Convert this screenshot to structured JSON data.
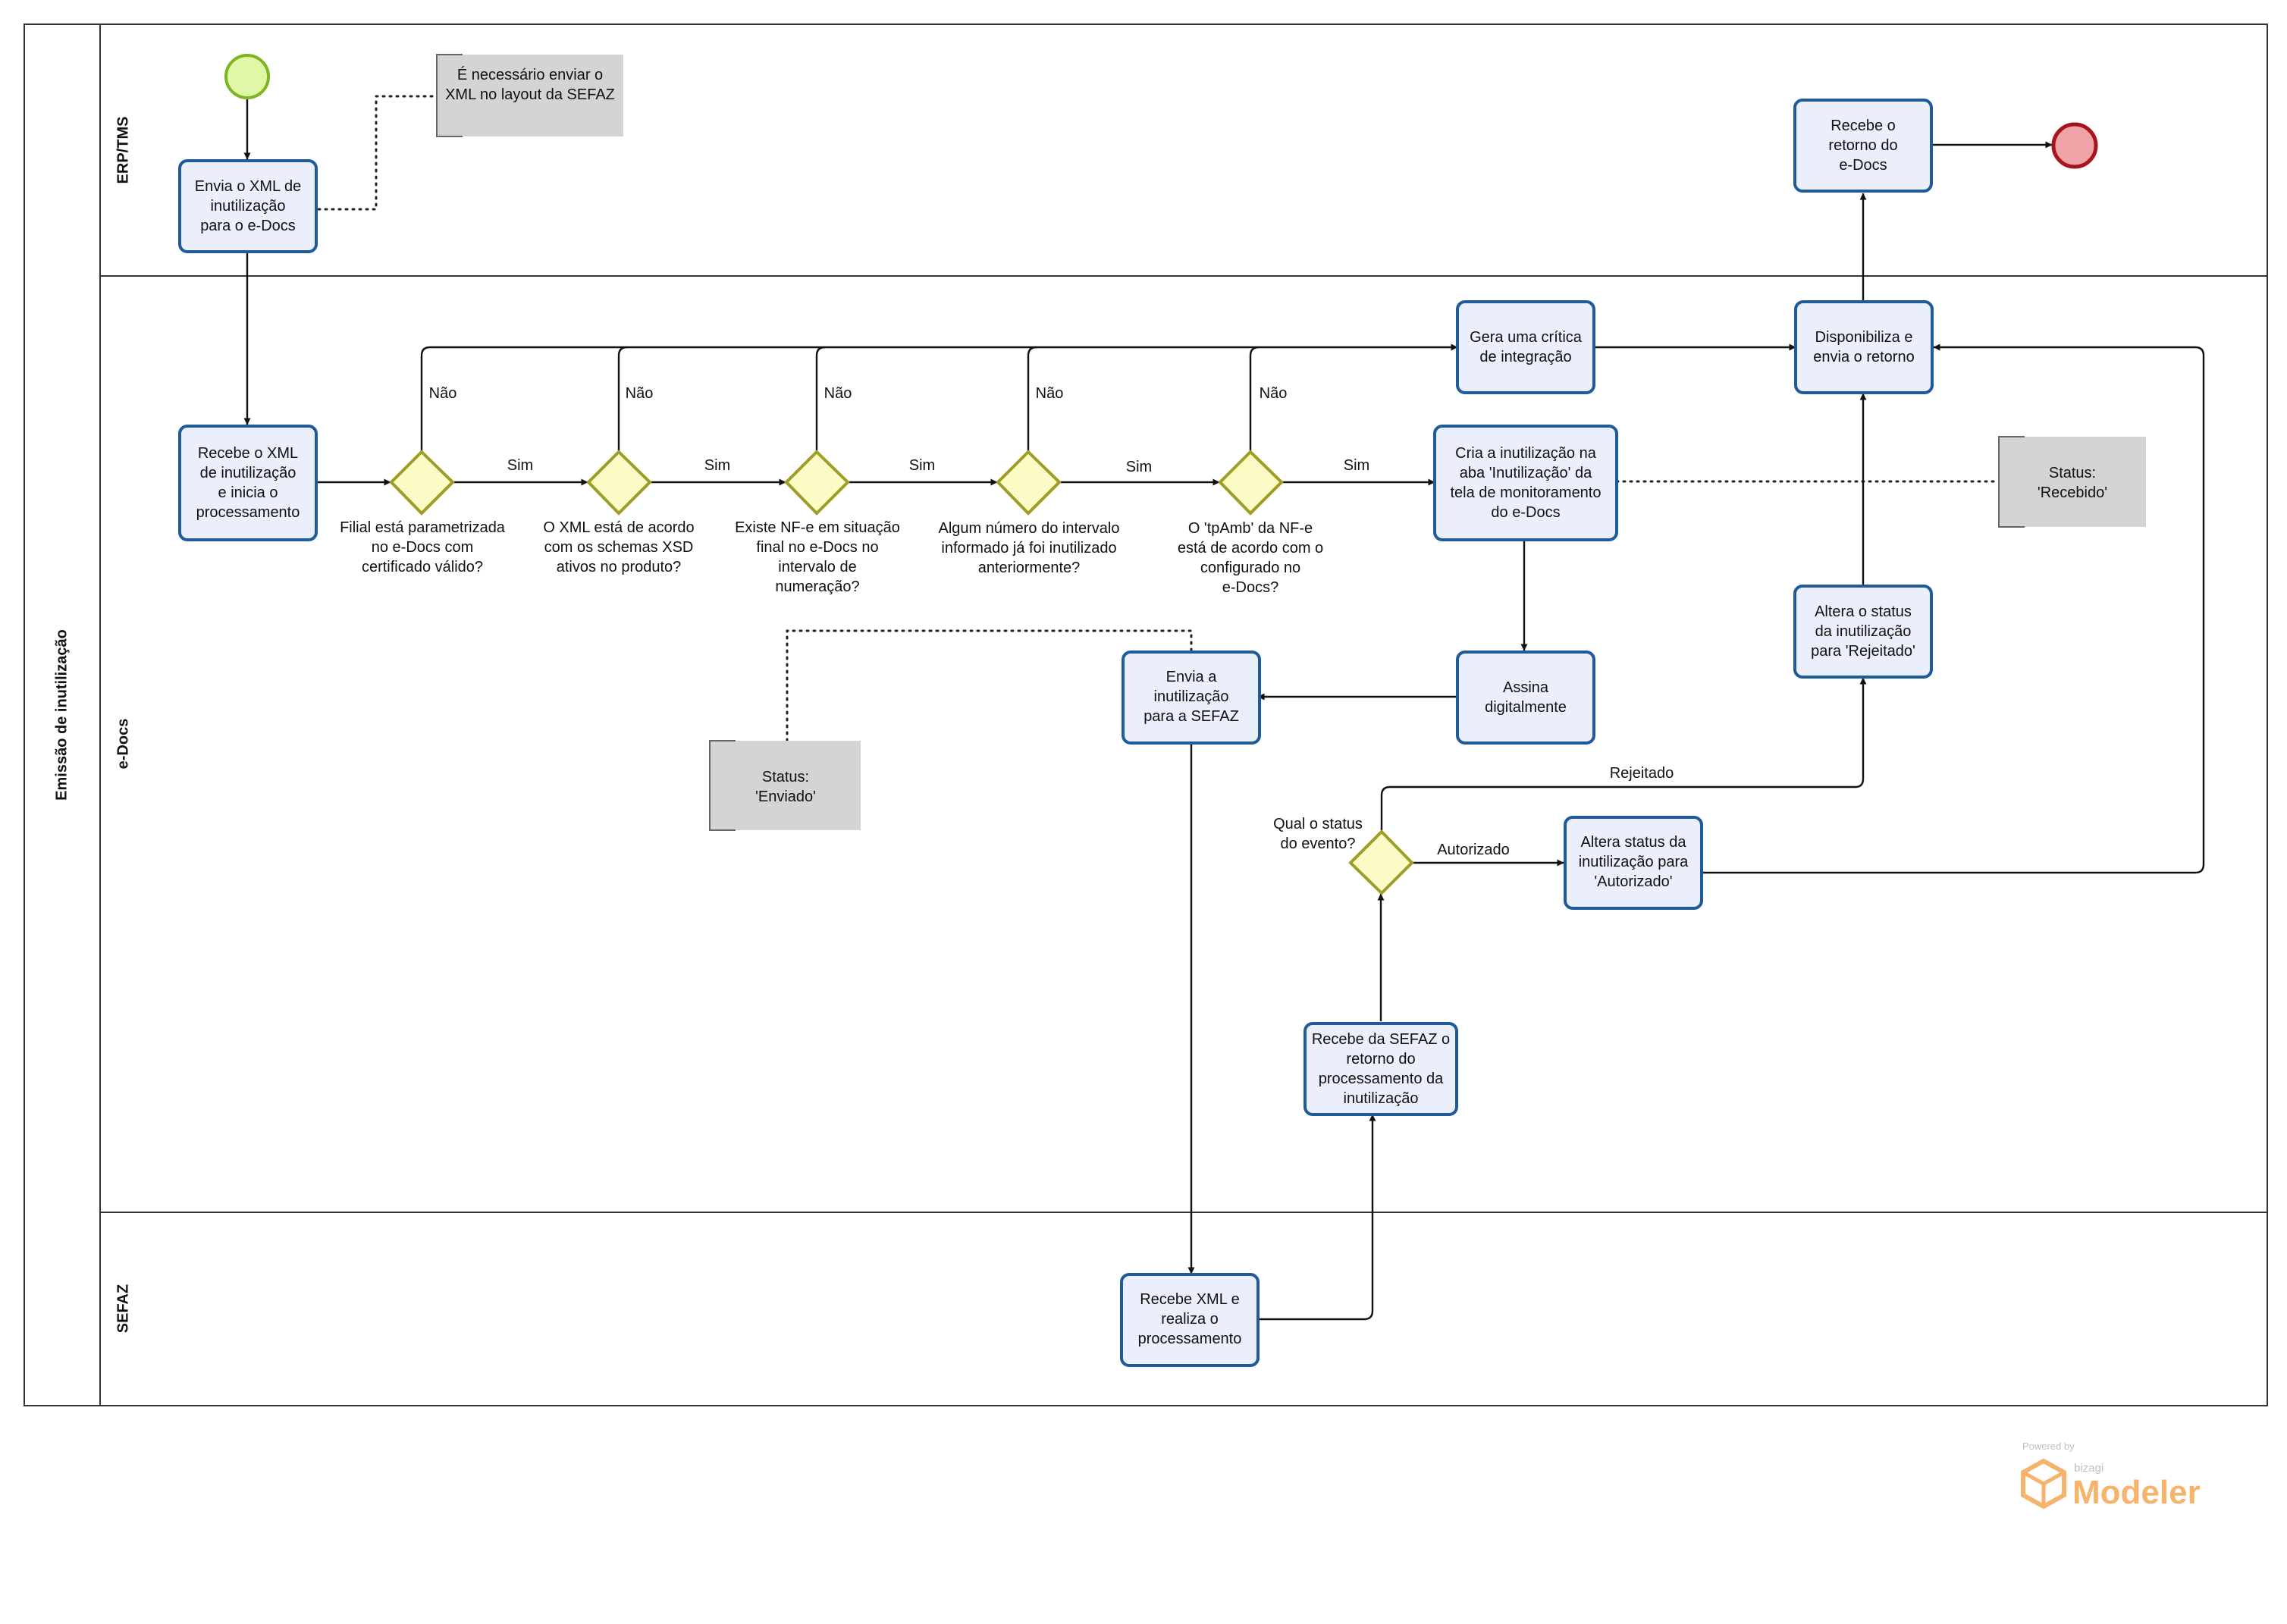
{
  "pool": {
    "title": "Emissão de inutilização"
  },
  "lanes": {
    "erp": "ERP/TMS",
    "edocs": "e-Docs",
    "sefaz": "SEFAZ"
  },
  "tasks": {
    "envia_xml": [
      "Envia o XML de",
      "inutilização",
      "para o e-Docs"
    ],
    "recebe_xml": [
      "Recebe o XML",
      "de inutilização",
      "e inicia o",
      "processamento"
    ],
    "gera_critica": [
      "Gera uma crítica",
      "de integração"
    ],
    "disponibiliza": [
      "Disponibiliza e",
      "envia o retorno"
    ],
    "recebe_retorno": [
      "Recebe o",
      "retorno do",
      "e-Docs"
    ],
    "cria_inutilizacao": [
      "Cria a inutilização na",
      "aba 'Inutilização' da",
      "tela de monitoramento",
      "do e-Docs"
    ],
    "assina": [
      "Assina",
      "digitalmente"
    ],
    "envia_sefaz": [
      "Envia a",
      "inutilização",
      "para a SEFAZ"
    ],
    "altera_rejeitado": [
      "Altera o status",
      "da inutilização",
      "para 'Rejeitado'"
    ],
    "altera_autorizado": [
      "Altera status da",
      "inutilização para",
      "'Autorizado'"
    ],
    "recebe_sefaz_retorno": [
      "Recebe da SEFAZ o",
      "retorno do",
      "processamento da",
      "inutilização"
    ],
    "recebe_processamento": [
      "Recebe XML e",
      "realiza o",
      "processamento"
    ]
  },
  "gateways": {
    "g1": [
      "Filial está parametrizada",
      "no e-Docs com",
      "certificado válido?"
    ],
    "g2": [
      "O XML está de acordo",
      "com os schemas XSD",
      "ativos no produto?"
    ],
    "g3": [
      "Existe NF-e em situação",
      "final no e-Docs no",
      "intervalo de",
      "numeração?"
    ],
    "g4": [
      "Algum número do intervalo",
      "informado já foi inutilizado",
      "anteriormente?"
    ],
    "g5": [
      "O 'tpAmb' da NF-e",
      "está de acordo com o",
      "configurado no",
      "e-Docs?"
    ],
    "g6": [
      "Qual o status",
      "do evento?"
    ]
  },
  "flow_labels": {
    "yes": "Sim",
    "no": "Não",
    "rejected": "Rejeitado",
    "authorized": "Autorizado"
  },
  "annotations": {
    "sefaz_layout": [
      "É necessário enviar o",
      "XML no layout da SEFAZ"
    ],
    "status_recebido": [
      "Status:",
      "'Recebido'"
    ],
    "status_enviado": [
      "Status:",
      "'Enviado'"
    ]
  },
  "watermark": {
    "powered": "Powered by",
    "brand": "bizagi",
    "product": "Modeler"
  },
  "colors": {
    "task_fill": "#ebeffc",
    "task_stroke": "#1f5a99",
    "gateway_fill": "#fbfbc6",
    "gateway_stroke": "#9e9e27",
    "start_fill": "#e1f7a8",
    "start_stroke": "#7db41f",
    "end_fill": "#f0a3a6",
    "end_stroke": "#a8141c",
    "annotation_fill": "#d4d4d4",
    "watermark": "#f6b36b"
  }
}
